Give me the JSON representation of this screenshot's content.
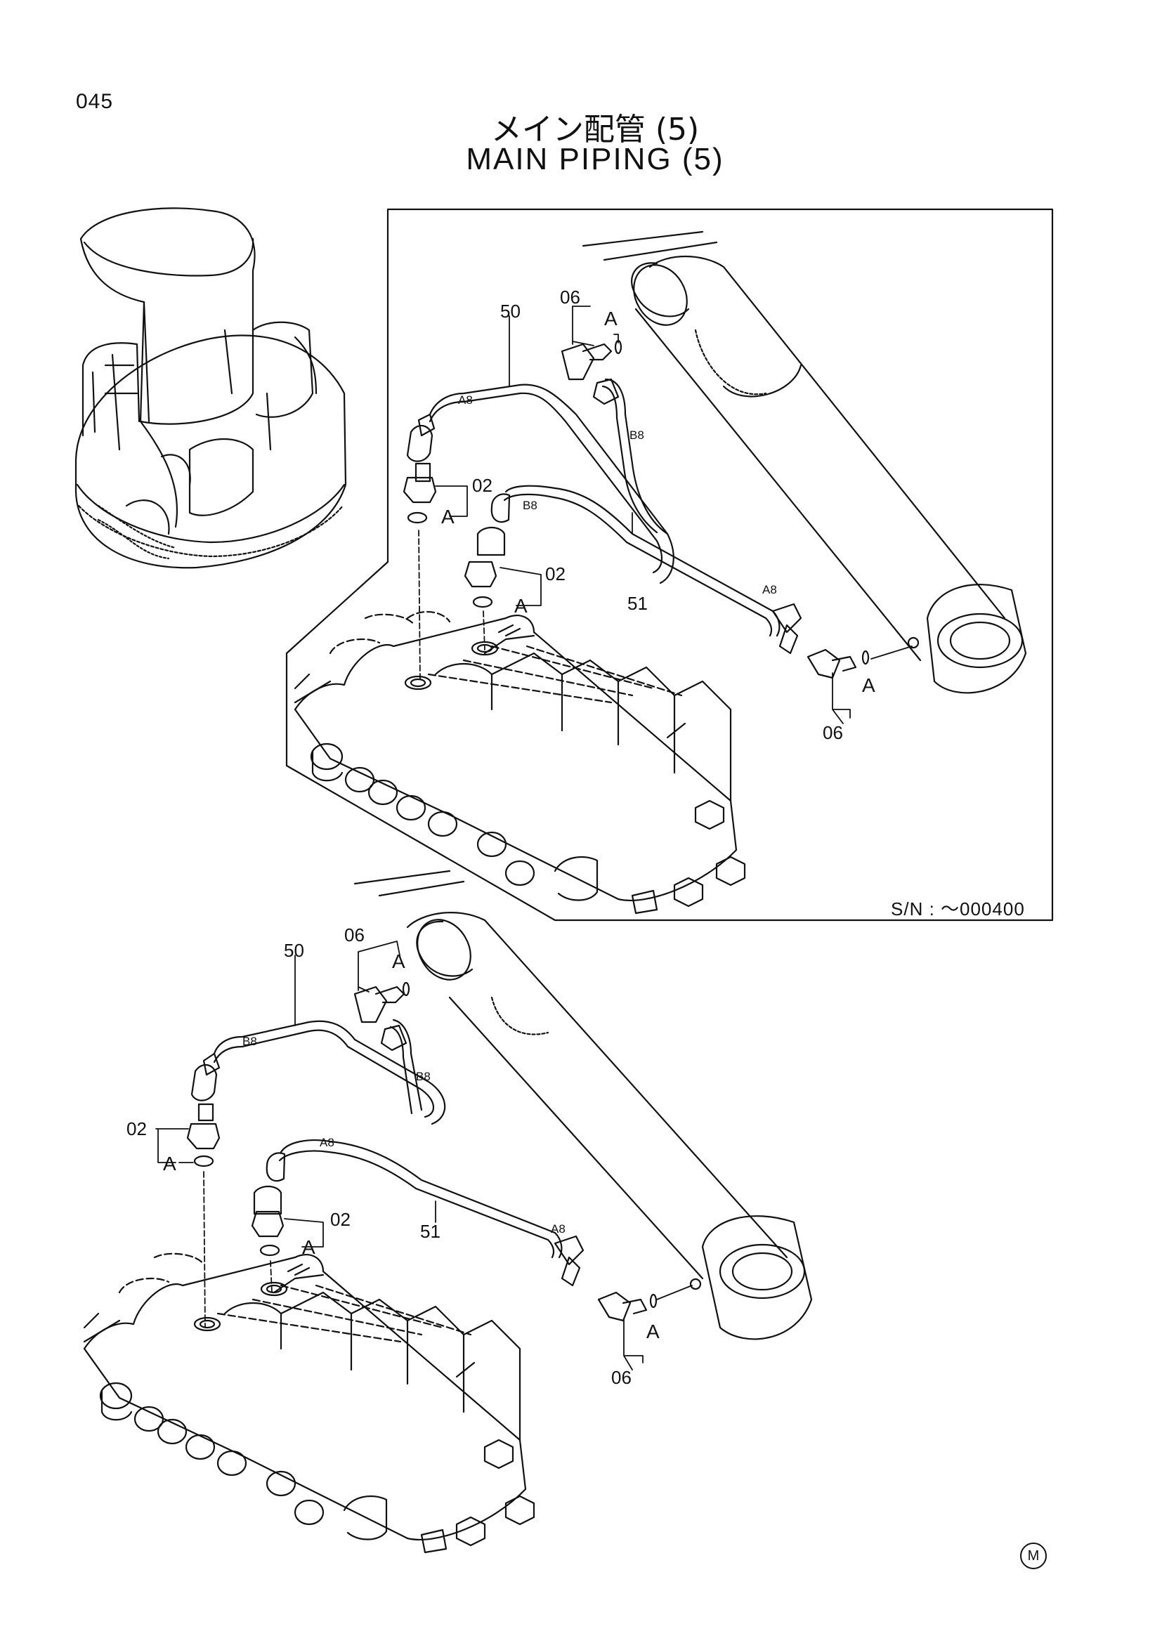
{
  "page": {
    "number": "045",
    "title_jp": "メイン配管 (5)",
    "title_en": "MAIN PIPING (5)"
  },
  "inset": {
    "serial_note": "S/N : ～000400"
  },
  "callouts": {
    "upper": {
      "hose_50": "50",
      "hose_51": "51",
      "elbow_06_top": "06",
      "elbow_06_bottom": "06",
      "adapter_02_left": "02",
      "adapter_02_right": "02",
      "oring_a": "A",
      "size_a8": "A8",
      "size_b8": "B8"
    },
    "lower": {
      "hose_50": "50",
      "hose_51": "51",
      "elbow_06_top": "06",
      "elbow_06_bottom": "06",
      "adapter_02_left": "02",
      "adapter_02_right": "02",
      "oring_a": "A",
      "size_a8": "A8",
      "size_b8": "B8"
    }
  },
  "maker_mark": "M"
}
